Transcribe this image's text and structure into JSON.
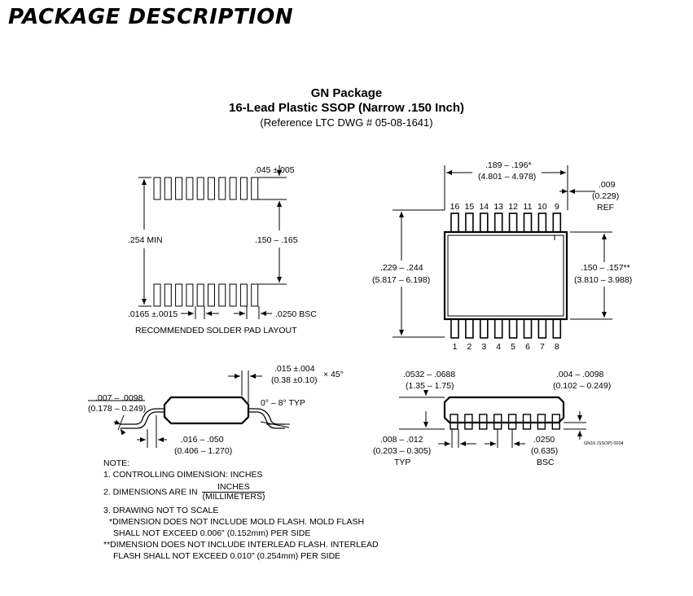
{
  "header": "PACKAGE DESCRIPTION",
  "package": {
    "name": "GN Package",
    "subtitle": "16-Lead Plastic SSOP (Narrow .150 Inch)",
    "reference": "(Reference LTC DWG # 05-08-1641)"
  },
  "pad_layout": {
    "pad_height": ".045 ±.005",
    "span": ".254 MIN",
    "row_spacing": ".150 – .165",
    "pad_width": ".0165 ±.0015",
    "pitch": ".0250 BSC",
    "caption": "RECOMMENDED SOLDER PAD LAYOUT"
  },
  "top_view": {
    "length_in": ".189 – .196*",
    "length_mm": "(4.801 – 4.978)",
    "ref_in": ".009",
    "ref_mm": "(0.229)",
    "ref_label": "REF",
    "top_pins": [
      "16",
      "15",
      "14",
      "13",
      "12",
      "11",
      "10",
      "9"
    ],
    "bottom_pins": [
      "1",
      "2",
      "3",
      "4",
      "5",
      "6",
      "7",
      "8"
    ],
    "overall_in": ".229 – .244",
    "overall_mm": "(5.817 – 6.198)",
    "body_in": ".150 – .157**",
    "body_mm": "(3.810 – 3.988)"
  },
  "side_left": {
    "chamfer_in": ".015 ±.004",
    "chamfer_mm": "(0.38 ±0.10)",
    "chamfer_angle": "× 45°",
    "lead_thick_in": ".007 – .0098",
    "lead_thick_mm": "(0.178 – 0.249)",
    "angle": "0° – 8° TYP",
    "foot_in": ".016 – .050",
    "foot_mm": "(0.406 – 1.270)"
  },
  "side_right": {
    "height_in": ".0532 – .0688",
    "height_mm": "(1.35 – 1.75)",
    "standoff_in": ".004 – .0098",
    "standoff_mm": "(0.102 – 0.249)",
    "lead_width_in": ".008 – .012",
    "lead_width_mm": "(0.203 – 0.305)",
    "lead_width_typ": "TYP",
    "pitch_in": ".0250",
    "pitch_mm": "(0.635)",
    "pitch_bsc": "BSC",
    "code": "GN16 (SSOP) 0204"
  },
  "notes": {
    "heading": "NOTE:",
    "n1": "1. CONTROLLING DIMENSION: INCHES",
    "n2": "2. DIMENSIONS ARE IN",
    "n2_num": "INCHES",
    "n2_den": "(MILLIMETERS)",
    "n3": "3. DRAWING NOT TO SCALE",
    "n4a": "*DIMENSION DOES NOT INCLUDE MOLD FLASH. MOLD FLASH",
    "n4b": "SHALL NOT EXCEED 0.006\" (0.152mm) PER SIDE",
    "n5a": "**DIMENSION DOES NOT INCLUDE INTERLEAD FLASH. INTERLEAD",
    "n5b": "FLASH SHALL NOT EXCEED 0.010\" (0.254mm) PER SIDE"
  }
}
